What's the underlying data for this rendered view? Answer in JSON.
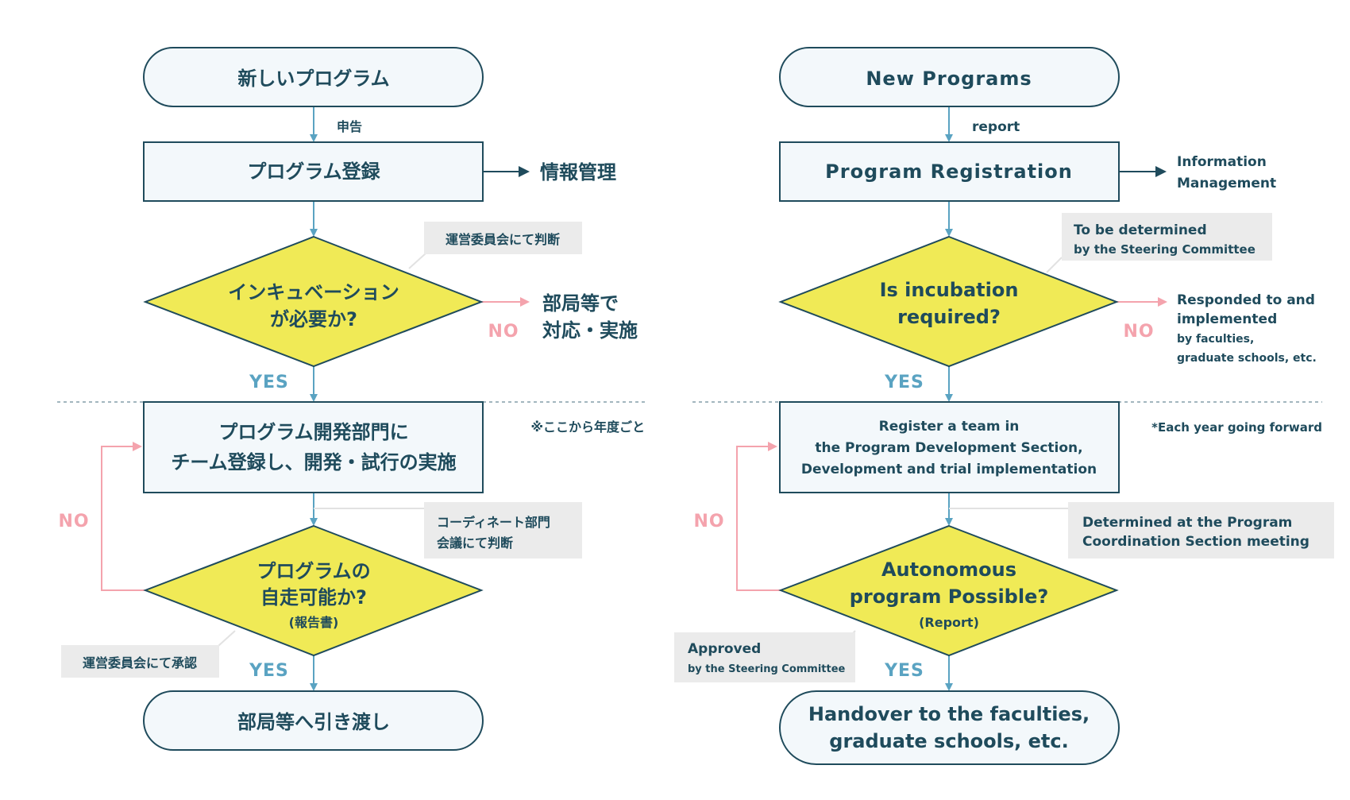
{
  "ja": {
    "start": "新しいプログラム",
    "report_label": "申告",
    "registration": "プログラム登録",
    "info_management": "情報管理",
    "steering_note": "運営委員会にて判断",
    "decision1": [
      "インキュベーション",
      "が必要か?"
    ],
    "no": "NO",
    "yes": "YES",
    "no_outcome": [
      "部局等で",
      "対応・実施"
    ],
    "yearly_note": "※ここから年度ごと",
    "team_register": [
      "プログラム開発部門に",
      "チーム登録し、開発・試行の実施"
    ],
    "coordination_note": [
      "コーディネート部門",
      "会議にて判断"
    ],
    "decision2": [
      "プログラムの",
      "自走可能か?"
    ],
    "decision2_sub": "(報告書)",
    "approval_note": "運営委員会にて承認",
    "handover": "部局等へ引き渡し"
  },
  "en": {
    "start": "New Programs",
    "report_label": "report",
    "registration": "Program Registration",
    "info_management": [
      "Information",
      "Management"
    ],
    "steering_note": [
      "To be determined",
      "by the Steering Committee"
    ],
    "decision1": [
      "Is incubation",
      "required?"
    ],
    "no": "NO",
    "yes": "YES",
    "no_outcome": [
      "Responded to and",
      "implemented"
    ],
    "no_outcome_sub": [
      "by faculties,",
      "graduate schools, etc."
    ],
    "yearly_note": "*Each year going forward",
    "team_register": [
      "Register a team in",
      "the Program Development Section,",
      "Development and trial implementation"
    ],
    "coordination_note": [
      "Determined at the Program",
      "Coordination Section meeting"
    ],
    "decision2": [
      "Autonomous",
      "program Possible?"
    ],
    "decision2_sub": "(Report)",
    "approval_note": [
      "Approved",
      "by the Steering Committee"
    ],
    "handover": [
      "Handover to the faculties,",
      "graduate schools, etc."
    ]
  }
}
